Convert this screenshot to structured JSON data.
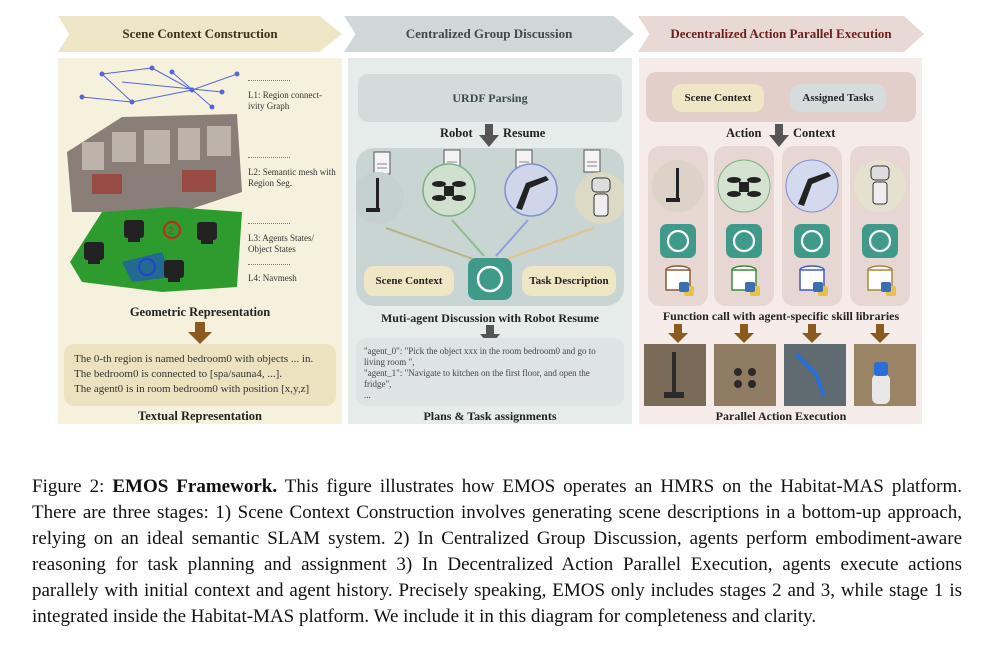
{
  "stages": {
    "s1": "Scene Context Construction",
    "s2": "Centralized Group Discussion",
    "s3": "Decentralized Action Parallel Execution"
  },
  "panel1": {
    "levels": [
      "L1: Region connect-ivity Graph",
      "L2: Semantic mesh with Region Seg.",
      "L3: Agents States/ Object States",
      "L4: Navmesh"
    ],
    "geometric_label": "Geometric Representation",
    "text_lines": [
      "The 0-th region is named bedroom0 with objects ... in.",
      "The bedroom0 is connected to [spa/sauna4, ...].",
      "The agent0 is in room bedroom0 with position [x,y,z]"
    ],
    "textual_label": "Textual Representation"
  },
  "panel2": {
    "urdf": "URDF Parsing",
    "robot": "Robot",
    "resume": "Resume",
    "scene_context": "Scene Context",
    "task_description": "Task Description",
    "discussion_label": "Muti-agent Discussion with Robot Resume",
    "plan_lines": [
      "\"agent_0\": \"Pick the object xxx in the room bedroom0 and go to living room \",",
      "\"agent_1\": \"Navigate to kitchen on the first floor, and open the fridge\",",
      "..."
    ],
    "plans_label": "Plans & Task assignments"
  },
  "panel3": {
    "scene_context": "Scene Context",
    "assigned_tasks": "Assigned Tasks",
    "action": "Action",
    "context": "Context",
    "function_call_label": "Function call with agent-specific skill libraries",
    "parallel_label": "Parallel Action Execution"
  },
  "caption": {
    "prefix": "Figure 2: ",
    "lead": "EMOS Framework.",
    "body": " This figure illustrates how EMOS operates an HMRS on the Habitat-MAS platform. There are three stages: 1) Scene Context Construction involves generating scene descriptions in a bottom-up approach, relying on an ideal semantic SLAM system. 2) In Centralized Group Discussion, agents perform embodiment-aware reasoning for task planning and assignment 3) In Decentralized Action Parallel Execution, agents execute actions parallely with initial context and agent history. Precisely speaking, EMOS only includes stages 2 and 3, while stage 1 is integrated inside the Habitat-MAS platform. We include it in this diagram for completeness and clarity."
  },
  "colors": {
    "stage1": "#eee6c7",
    "stage2": "#cfd8d7",
    "stage3": "#e9d9d4",
    "arrow": "#5a5a5a",
    "navmesh": "#2e9b2e"
  }
}
